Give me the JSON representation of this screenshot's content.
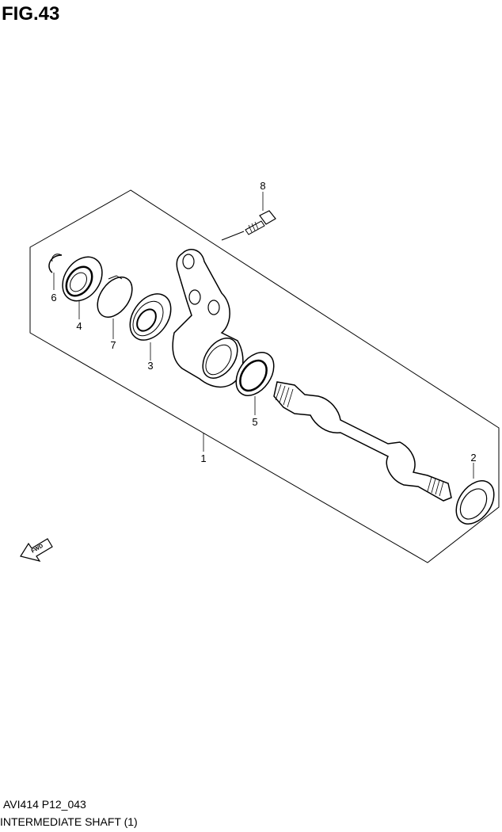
{
  "figure": {
    "title": "FIG.43"
  },
  "callouts": {
    "c1": "1",
    "c2": "2",
    "c3": "3",
    "c4": "4",
    "c5": "5",
    "c6": "6",
    "c7": "7",
    "c8": "8"
  },
  "fwd_label": "FWD",
  "footer": {
    "code": "AVI414 P12_043",
    "name": "INTERMEDIATE SHAFT (1)"
  }
}
